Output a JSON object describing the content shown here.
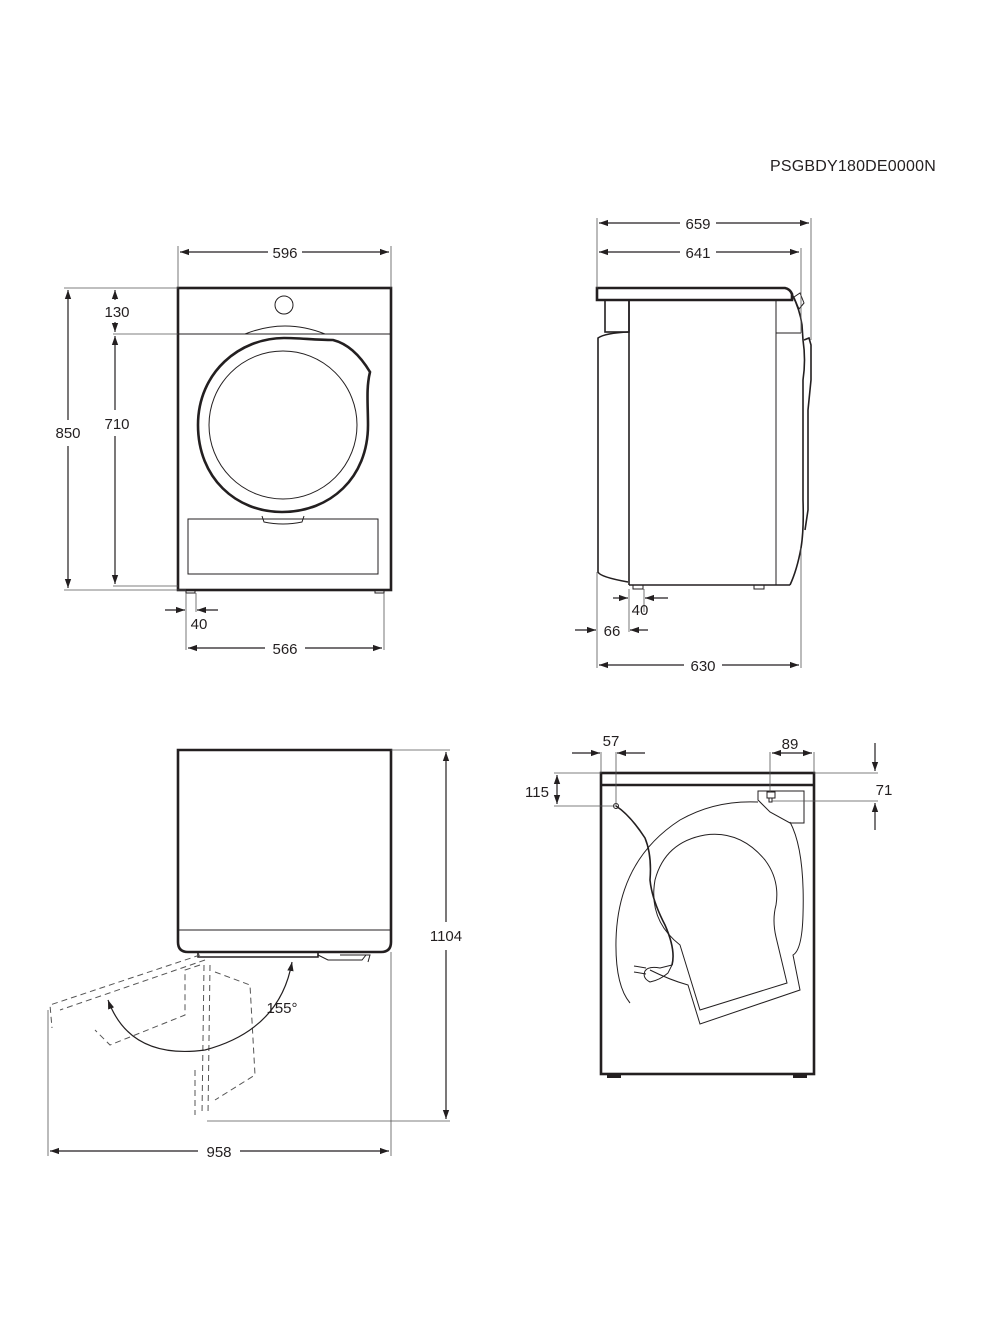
{
  "header": {
    "model_code": "PSGBDY180DE0000N"
  },
  "views": {
    "front": {
      "width_total": "596",
      "height_total": "850",
      "top_panel_height": "130",
      "body_height": "710",
      "foot_offset": "40",
      "foot_span": "566"
    },
    "side": {
      "depth_total": "659",
      "depth_top": "641",
      "depth_body": "630",
      "foot_offset": "40",
      "rear_offset": "66"
    },
    "top_door_open": {
      "total_depth": "1104",
      "total_width": "958",
      "door_angle": "155°"
    },
    "rear": {
      "cable_offset_x": "57",
      "cable_offset_y": "115",
      "drain_offset_x": "89",
      "drain_offset_y": "71"
    }
  },
  "colors": {
    "line": "#231f20",
    "background": "#ffffff"
  }
}
